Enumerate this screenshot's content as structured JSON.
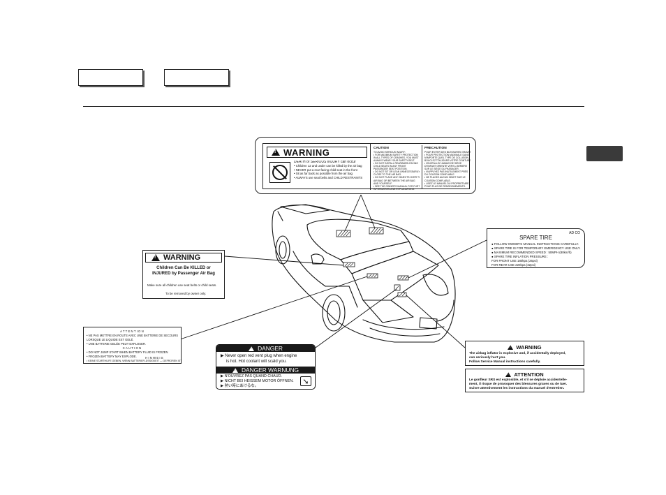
{
  "top_label": {
    "warning_title": "WARNING",
    "body": [
      "DEATH or SERIOUS INJURY can occur",
      "• Children 12 and under can be killed by the air bag",
      "• NEVER put a rear-facing child seat in the front",
      "• Sit as far back as possible from the air bag",
      "• ALWAYS use seat belts and CHILD RESTRAINTS"
    ],
    "caution_title": "CAUTION",
    "caution_lines": [
      "TO AVOID SERIOUS INJURY:",
      "• FOR MAXIMUM SAFETY PROTECTION",
      "  IN ALL TYPES OF CRASHES, YOU MUST",
      "  ALWAYS WEAR YOUR SAFETY BELT.",
      "• DO NOT INSTALL REARWARD-FACING",
      "  CHILD SEATS IN ANY FRONT",
      "  PASSENGER SEAT POSITION.",
      "• DO NOT SIT OR LEAN UNNECESSARILY",
      "  CLOSE TO THE AIR BAG.",
      "• DO NOT PLACE ANY OBJECTS OVER THE",
      "  AIR BAG OR BETWEEN THE AIR BAG",
      "  AND YOURSELF.",
      "• SEE THE OWNER'S MANUAL FOR FURTHER",
      "  INFORMATION AND EXPLANATIONS."
    ],
    "precaution_title": "PRECAUTION",
    "precaution_lines": [
      "POUR ÉVITER DES BLESSURES GRAVES:",
      "• POUR PROTECTION MAXIMALE DANS",
      "  N'IMPORTE QUEL TYPE DE COLLISION,",
      "  BOUCLEZ TOUJOURS VOTRE CEINTURE.",
      "• N'INSTALLEZ JAMAIS DE SIÈGE",
      "  D'ENFANT ORIENTÉ VERS L'ARRIÈRE",
      "  SUR LE SIÈGE DU PASSAGER.",
      "• N'APPUYEZ PAS INUTILEMENT PRÈS",
      "  DU COUSSIN GONFLABLE.",
      "• NE PLACEZ AUCUN OBJET SUR LE",
      "  COUSSIN GONFLABLE.",
      "• LISEZ LE MANUEL DU PROPRIÉTAIRE",
      "  POUR PLUS DE RENSEIGNEMENTS."
    ]
  },
  "left_label": {
    "title": "WARNING",
    "line1": "Children Can Be KILLED or",
    "line2": "INJURED by Passenger Air Bag",
    "line3": "Make sure all children use seat belts or child seats.",
    "line4": "To be removed by owner only."
  },
  "attention_label": {
    "title1": "ATTENTION",
    "row1": "• NE PAS METTRE EN ROUTE AVEC UNE BATTERIE DE SECOURS",
    "row2": "  LORSQUE LE LIQUIDE EST GELÉ.",
    "row3": "• UNE BATTERIE GELÉE PEUT EXPLOSER.",
    "title2": "CAUTION",
    "row4": "• DO NOT JUMP START WHEN BATTERY FLUID IS FROZEN",
    "row5": "• FROZEN BATTERY MAY EXPLODE.",
    "title3": "HINWEIS",
    "row6": "• KEINE STARTHILFE GEBEN, WENN BATTERIEFLÜSSIGKEIT — GEFROREN IST"
  },
  "danger_label": {
    "title": "DANGER",
    "en1": "▶  Never open red vent plug when engine",
    "en2": "is hot. Hot coolant will scald you.",
    "title2": "DANGER WARNUNG",
    "fr": "▶  N'OUVREZ PAS QUAND CHAUD.",
    "de": "▶  NICHT BEI HEISSEM MOTOR ÖFFNEN.",
    "jp": "▶  熱い時にあけるな。"
  },
  "spare_label": {
    "code": "AD  CO",
    "title": "SPARE TIRE",
    "lines": [
      "● FOLLOW OWNER'S MANUAL INSTRUCTIONS CAREFULLY.",
      "● SPARE TIRE IS FOR TEMPORARY EMERGENCY USE ONLY.",
      "● MAXIMUM RECOMMENDED SPEED : 50MPH (80km/h)",
      "● SPARE TIRE INFLATION PRESSURE :",
      "          FOR FRONT   USE 180kpa (26psi)",
      "          FOR REAR    USE 220kpa (32psi)"
    ]
  },
  "inflator_label": {
    "title": "WARNING",
    "l1": "The airbag inflator is explosive and, if accidentally deployed,",
    "l2": "can seriously hurt you.",
    "l3": "Follow Service Manual instructions carefully."
  },
  "attn_fr_label": {
    "title": "ATTENTION",
    "l1": "Le gonfleur SRS est explosible, et s'il se déploie accidentelle-",
    "l2": "ment, il risque de provoquer des blessures graves ou de tuer.",
    "l3": "Suivre attentivement les instructions du manuel d'entretien."
  }
}
